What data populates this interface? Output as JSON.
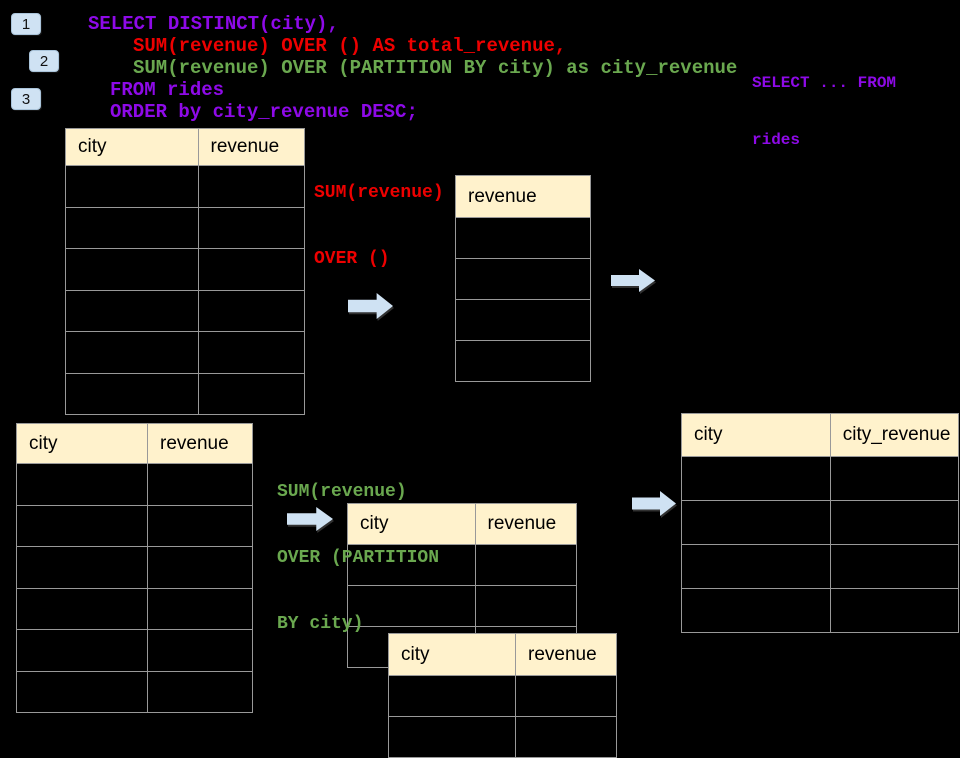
{
  "colors": {
    "background": "#000000",
    "sql_purple": "#8E0AE8",
    "sql_red": "#EE0000",
    "sql_green": "#6AA84F",
    "table_header_bg": "#FFF2CC",
    "table_border": "#999999",
    "arrow_blue": "#CFE2F3",
    "badge_blue": "#CFE2F3"
  },
  "step_badges": [
    "1",
    "2",
    "3"
  ],
  "sql": {
    "lines": [
      "SELECT DISTINCT(city),",
      "SUM(revenue) OVER () AS total_revenue,",
      "SUM(revenue) OVER (PARTITION BY city) as city_revenue",
      "FROM rides",
      "ORDER by city_revenue DESC;"
    ]
  },
  "from_note": {
    "line1": "SELECT ... FROM",
    "line2": "rides"
  },
  "total_revenue_note": {
    "line1": "SUM(revenue)",
    "line2": "OVER ()"
  },
  "partition_note": {
    "line1": "SUM(revenue)",
    "line2": "OVER (PARTITION",
    "line3": "BY city)"
  },
  "tables": {
    "rides_top": {
      "headers": [
        "city",
        "revenue"
      ],
      "empty_rows": 6
    },
    "total_revenue_result": {
      "headers": [
        "revenue"
      ],
      "empty_rows": 4
    },
    "rides_bottom": {
      "headers": [
        "city",
        "revenue"
      ],
      "empty_rows": 6
    },
    "partition_step": {
      "headers": [
        "city",
        "revenue"
      ],
      "empty_rows": 3
    },
    "partition_step_front": {
      "headers": [
        "city",
        "revenue"
      ],
      "empty_rows": 2
    },
    "city_revenue_result": {
      "headers": [
        "city",
        "city_revenue"
      ],
      "empty_rows": 4
    }
  }
}
